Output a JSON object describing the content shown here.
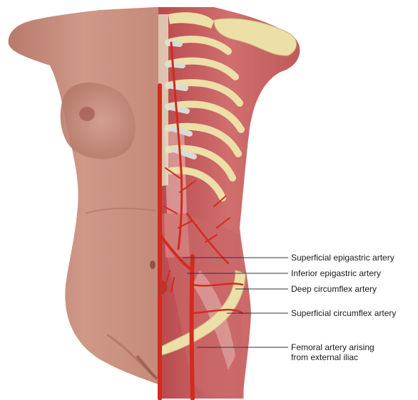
{
  "labels": {
    "superficial_epigastric": "Superficial epigastric artery",
    "inferior_epigastric": "Inferior epigastric artery",
    "deep_circumflex": "Deep circumflex artery",
    "superficial_circumflex": "Superficial circumflex artery",
    "femoral_line1": "Femoral artery arising",
    "femoral_line2": "from external iliac"
  },
  "colors": {
    "skin": "#c98f7d",
    "skin_shadow": "#a86a5c",
    "muscle": "#c7585a",
    "muscle_light": "#e0a5a2",
    "bone": "#ecdfa8",
    "cartilage": "#d9dcd6",
    "artery": "#d42a1f",
    "leader_line": "#333333"
  }
}
